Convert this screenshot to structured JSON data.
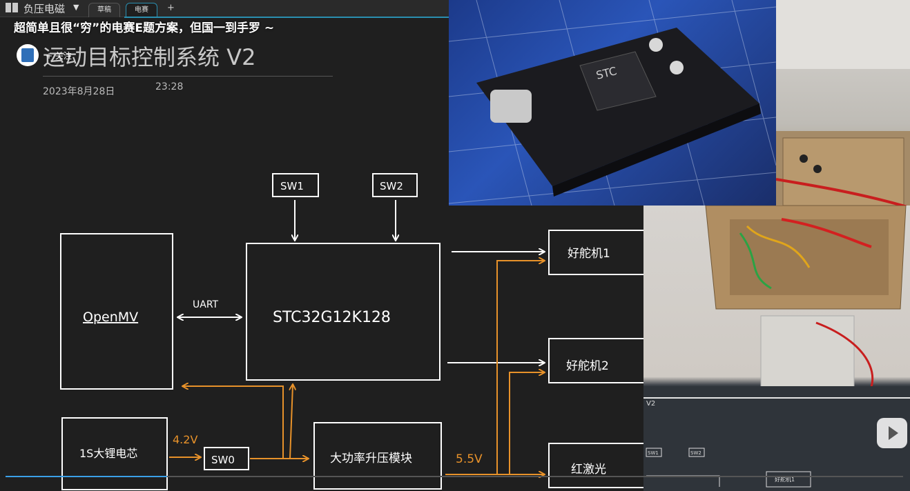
{
  "notebook": {
    "title": "负压电磁",
    "tabs": [
      "草稿",
      "电赛"
    ],
    "add_tab": "+"
  },
  "video": {
    "title": "超简单且很“穷”的电赛E题方案，但国一到手罗 ~",
    "follow_label": "+ 关注",
    "progress_fraction": 0.18
  },
  "page": {
    "title": "运动目标控制系统 V2",
    "date": "2023年8月28日",
    "time": "23:28"
  },
  "diagram": {
    "boxes": {
      "openmv": "OpenMV",
      "mcu": "STC32G12K128",
      "sw1": "SW1",
      "sw2": "SW2",
      "servo1": "好舵机1",
      "servo2": "好舵机2",
      "laser": "红激光",
      "battery": "1S大锂电芯",
      "sw0": "SW0",
      "boost": "大功率升压模块"
    },
    "labels": {
      "uart": "UART",
      "v_battery": "4.2V",
      "v_boost": "5.5V"
    }
  },
  "photo_inset": {
    "chip_brand": "STC",
    "mini_boxes": [
      "SW1",
      "SW2",
      "好舵机1"
    ],
    "mini_label": "V2"
  },
  "colors": {
    "accent_orange": "#e8922a",
    "tab_accent": "#2a8fb0",
    "progress": "#3aa0e8"
  }
}
